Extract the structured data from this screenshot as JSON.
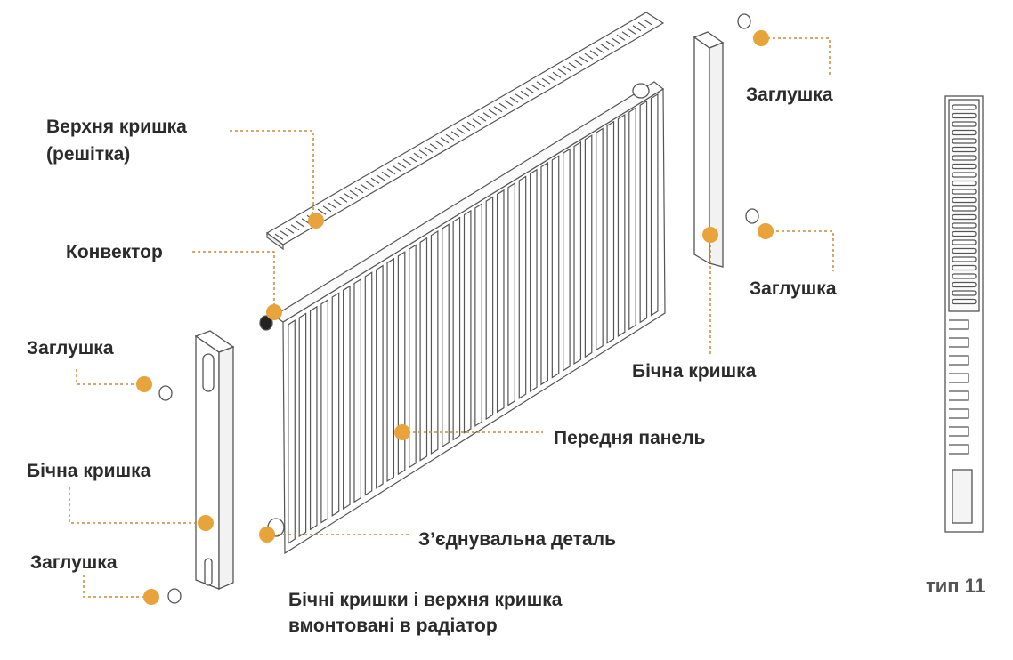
{
  "labels": {
    "top_cover_line1": "Верхня кришка",
    "top_cover_line2": "(решітка)",
    "convector": "Конвектор",
    "plug_left_upper": "Заглушка",
    "side_cover_left": "Бічна кришка",
    "plug_left_lower": "Заглушка",
    "plug_right_upper": "Заглушка",
    "plug_right_lower": "Заглушка",
    "side_cover_right": "Бічна кришка",
    "front_panel": "Передня панель",
    "connector": "З’єднувальна деталь",
    "footnote_line1": "Бічні кришки і верхня кришка",
    "footnote_line2": "вмонтовані в радіатор",
    "type_label": "тип 11"
  },
  "colors": {
    "marker": "#e8a33a",
    "leader": "#c98a3a",
    "outline": "#555555",
    "text": "#2b2b2b"
  }
}
